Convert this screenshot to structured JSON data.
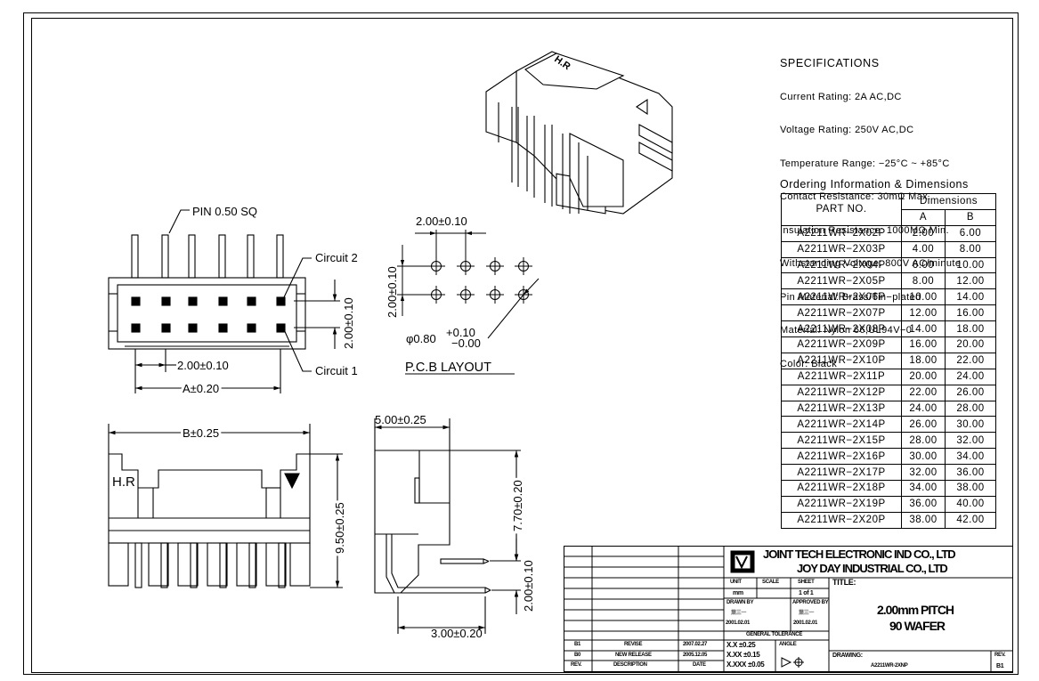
{
  "specifications": {
    "title": "SPECIFICATIONS",
    "lines": [
      "Current Rating: 2A AC,DC",
      "Voltage Rating: 250V AC,DC",
      "Temperature Range: −25°C ~ +85°C",
      "Contact Resistance: 30mΩ Max.",
      "Insulation Resistance: 1000MΩ Min.",
      "Withstanding Voltage: 800V AC/minute",
      "Pin Material: Brass/Tin−plated",
      "Material: Nylon 66,UL94V−0",
      "Color: Black"
    ]
  },
  "ordering": {
    "title": "Ordering Information & Dimensions",
    "header_part": "PART NO.",
    "header_dimensions": "Dimensions",
    "header_a": "A",
    "header_b": "B",
    "rows": [
      [
        "A2211WR−2X02P",
        "2.00",
        "6.00"
      ],
      [
        "A2211WR−2X03P",
        "4.00",
        "8.00"
      ],
      [
        "A2211WR−2X04P",
        "6.00",
        "10.00"
      ],
      [
        "A2211WR−2X05P",
        "8.00",
        "12.00"
      ],
      [
        "A2211WR−2X06P",
        "10.00",
        "14.00"
      ],
      [
        "A2211WR−2X07P",
        "12.00",
        "16.00"
      ],
      [
        "A2211WR−2X08P",
        "14.00",
        "18.00"
      ],
      [
        "A2211WR−2X09P",
        "16.00",
        "20.00"
      ],
      [
        "A2211WR−2X10P",
        "18.00",
        "22.00"
      ],
      [
        "A2211WR−2X11P",
        "20.00",
        "24.00"
      ],
      [
        "A2211WR−2X12P",
        "22.00",
        "26.00"
      ],
      [
        "A2211WR−2X13P",
        "24.00",
        "28.00"
      ],
      [
        "A2211WR−2X14P",
        "26.00",
        "30.00"
      ],
      [
        "A2211WR−2X15P",
        "28.00",
        "32.00"
      ],
      [
        "A2211WR−2X16P",
        "30.00",
        "34.00"
      ],
      [
        "A2211WR−2X17P",
        "32.00",
        "36.00"
      ],
      [
        "A2211WR−2X18P",
        "34.00",
        "38.00"
      ],
      [
        "A2211WR−2X19P",
        "36.00",
        "40.00"
      ],
      [
        "A2211WR−2X20P",
        "38.00",
        "42.00"
      ]
    ]
  },
  "top_view": {
    "pin_label": "PIN  0.50  SQ",
    "circuit2": "Circuit  2",
    "circuit1": "Circuit  1",
    "pitch_horizontal": "2.00±0.10",
    "dim_a": "A±0.20",
    "pitch_vertical": "2.00±0.10"
  },
  "pcb_layout": {
    "title": "P.C.B  LAYOUT",
    "pitch_horizontal": "2.00±0.10",
    "pitch_vertical": "2.00±0.10",
    "hole_dia": "φ0.80",
    "hole_tol_plus": "+0.10",
    "hole_tol_minus": "−0.00"
  },
  "front_view": {
    "dim_b": "B±0.25",
    "height": "9.50±0.25",
    "marking": "H.R"
  },
  "side_view": {
    "width": "5.00±0.25",
    "height_upper": "7.70±0.20",
    "pitch": "2.00±0.10",
    "tail": "3.00±0.20"
  },
  "isometric": {
    "marking": "H.R"
  },
  "title_block": {
    "company_line1": "JOINT TECH ELECTRONIC IND CO., LTD",
    "company_line2": "JOY DAY INDUSTRIAL CO., LTD",
    "unit_label": "UNIT",
    "unit_value": "mm",
    "scale_label": "SCALE",
    "sheet_label": "SHEET",
    "sheet_value": "1 of 1",
    "title_label": "TITLE:",
    "title_line1": "2.00mm PITCH",
    "title_line2": "90 WAFER",
    "drawn_by_label": "DRAWN BY",
    "drawn_by_name": "葉三一",
    "drawn_by_date": "2001.02.01",
    "approved_by_label": "APPROVED BY",
    "approved_by_name": "葉三一",
    "approved_by_date": "2001.02.01",
    "general_tolerance": "GENERAL TOLERANCE",
    "tol1": "X.X ±0.25",
    "tol2": "X.XX ±0.15",
    "tol3": "X.XXX ±0.05",
    "angle_label": "ANGLE",
    "drawing_label": "DRAWING:",
    "drawing_no": "A2211WR-2XNP",
    "rev_label": "REV.",
    "rev_value": "B1",
    "revisions": [
      {
        "rev": "B1",
        "desc": "REVISE",
        "date": "2007.02.27"
      },
      {
        "rev": "B0",
        "desc": "NEW RELEASE",
        "date": "2005.12.05"
      }
    ],
    "col_rev": "REV.",
    "col_desc": "DESCRIPTION",
    "col_date": "DATE"
  }
}
